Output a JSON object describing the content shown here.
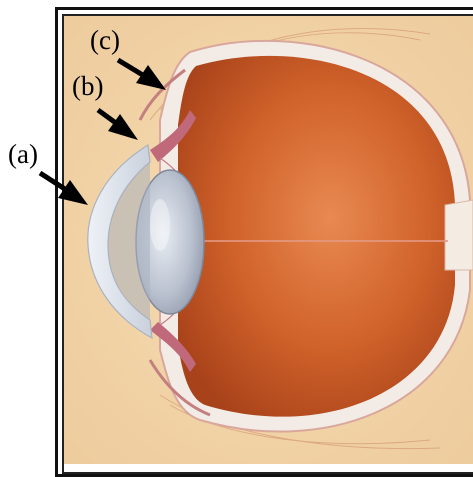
{
  "labels": {
    "a": "(a)",
    "b": "(b)",
    "c": "(c)"
  },
  "colors": {
    "background_paper": "#f1d5a6",
    "vitreous_body": "#c8531e",
    "sclera": "#f3ece6",
    "lens": "#b9c1cf",
    "cornea": "#dfe5ee",
    "iris": "#c0697a",
    "arrow": "#000000",
    "frame": "#111111"
  },
  "icons": {
    "arrow_a": "arrow-right-down",
    "arrow_b": "arrow-right-down",
    "arrow_c": "arrow-right-down"
  }
}
